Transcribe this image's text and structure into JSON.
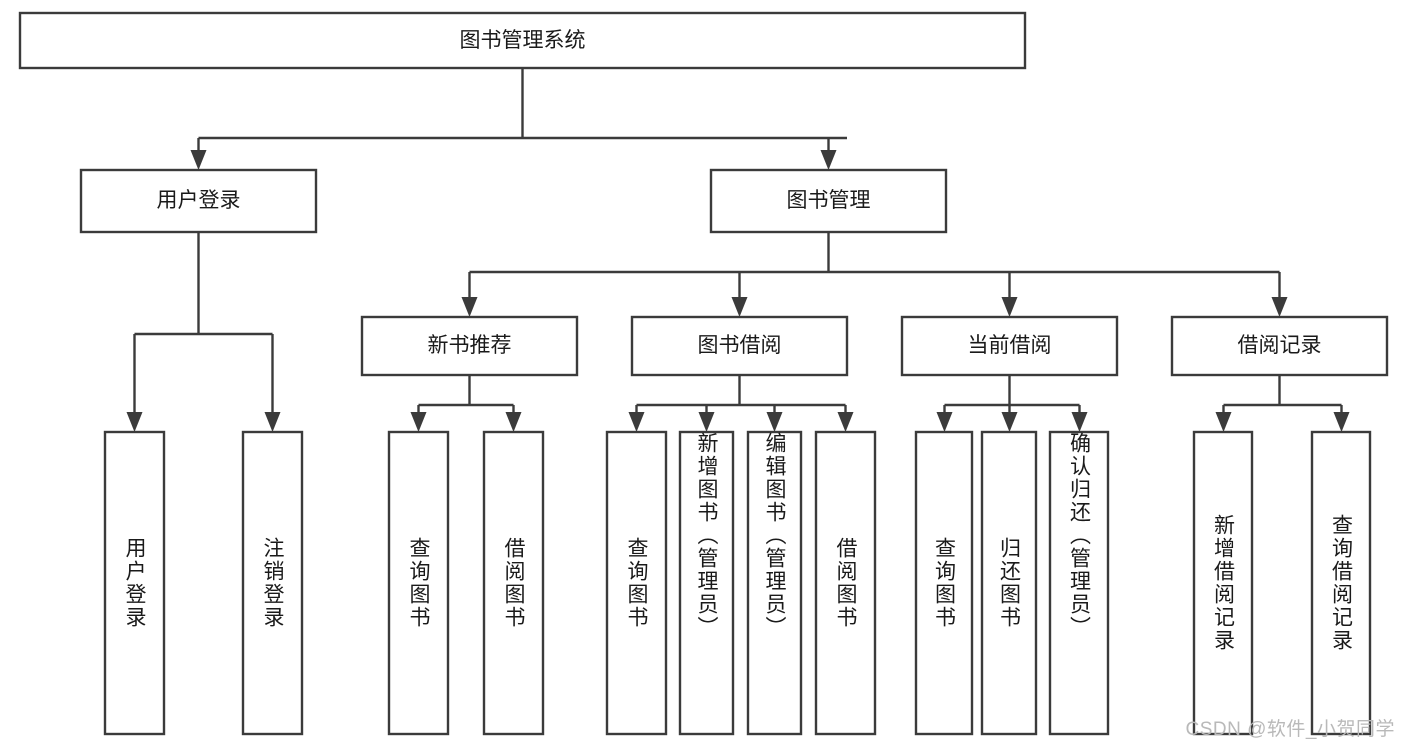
{
  "diagram": {
    "title": "图书管理系统",
    "type": "hierarchy-tree",
    "watermark": "CSDN @软件_小贺同学",
    "levels": {
      "root": {
        "label": "图书管理系统"
      },
      "level2": [
        {
          "label": "用户登录"
        },
        {
          "label": "图书管理"
        }
      ],
      "level3": [
        {
          "label": "新书推荐"
        },
        {
          "label": "图书借阅"
        },
        {
          "label": "当前借阅"
        },
        {
          "label": "借阅记录"
        }
      ],
      "leaves": {
        "user_login": [
          {
            "label": "用户登录"
          },
          {
            "label": "注销登录"
          }
        ],
        "new_book_recommend": [
          {
            "label": "查询图书"
          },
          {
            "label": "借阅图书"
          }
        ],
        "book_borrow": [
          {
            "label": "查询图书"
          },
          {
            "label": "新增图书（管理员）"
          },
          {
            "label": "编辑图书（管理员）"
          },
          {
            "label": "借阅图书"
          }
        ],
        "current_borrow": [
          {
            "label": "查询图书"
          },
          {
            "label": "归还图书"
          },
          {
            "label": "确认归还（管理员）"
          }
        ],
        "borrow_record": [
          {
            "label": "新增借阅记录"
          },
          {
            "label": "查询借阅记录"
          }
        ]
      }
    },
    "colors": {
      "stroke": "#3b3b3b",
      "fill": "#ffffff",
      "text": "#1a1a1a",
      "watermark": "#b9b9b9"
    }
  }
}
